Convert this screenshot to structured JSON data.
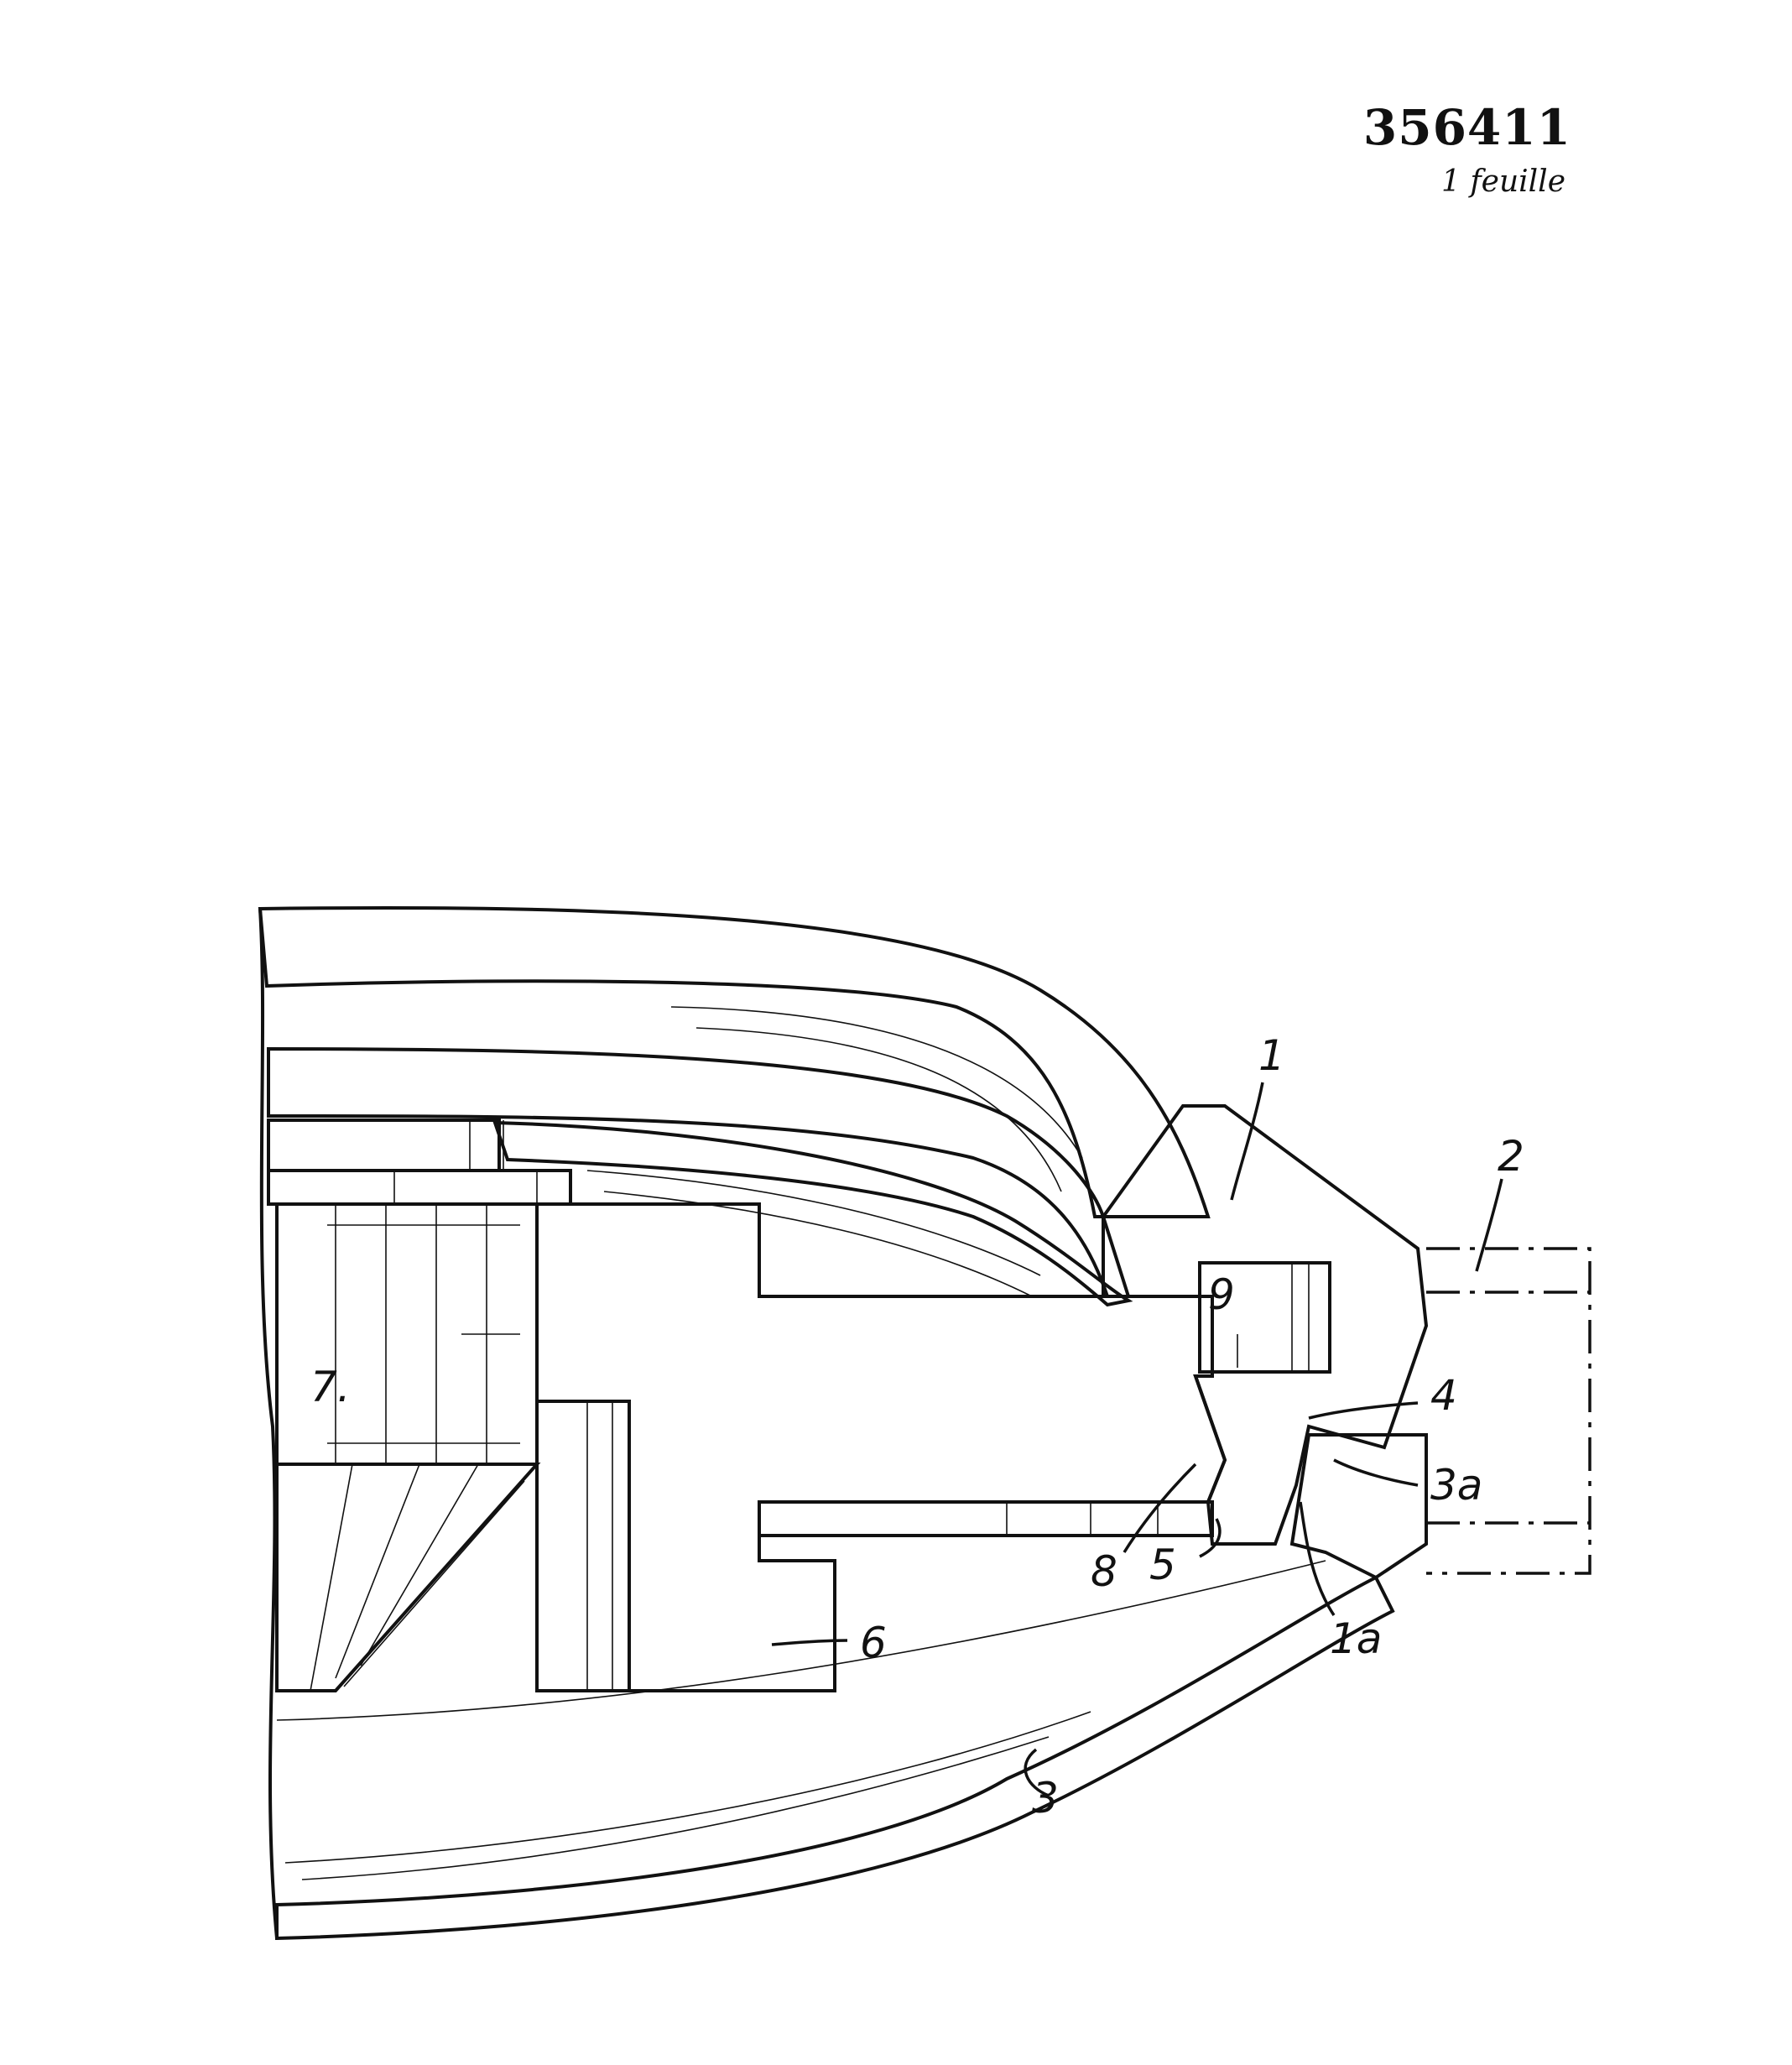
{
  "header": {
    "patent_number": "356411",
    "sheet_count": "1 feuille"
  },
  "figure": {
    "labels": {
      "l1": "1",
      "l2": "2",
      "l3": "3",
      "l3a": "3a",
      "l4": "4",
      "l5": "5",
      "l6": "6",
      "l7": "7.",
      "l8": "8",
      "l9": "9",
      "l1a": "1a"
    }
  }
}
